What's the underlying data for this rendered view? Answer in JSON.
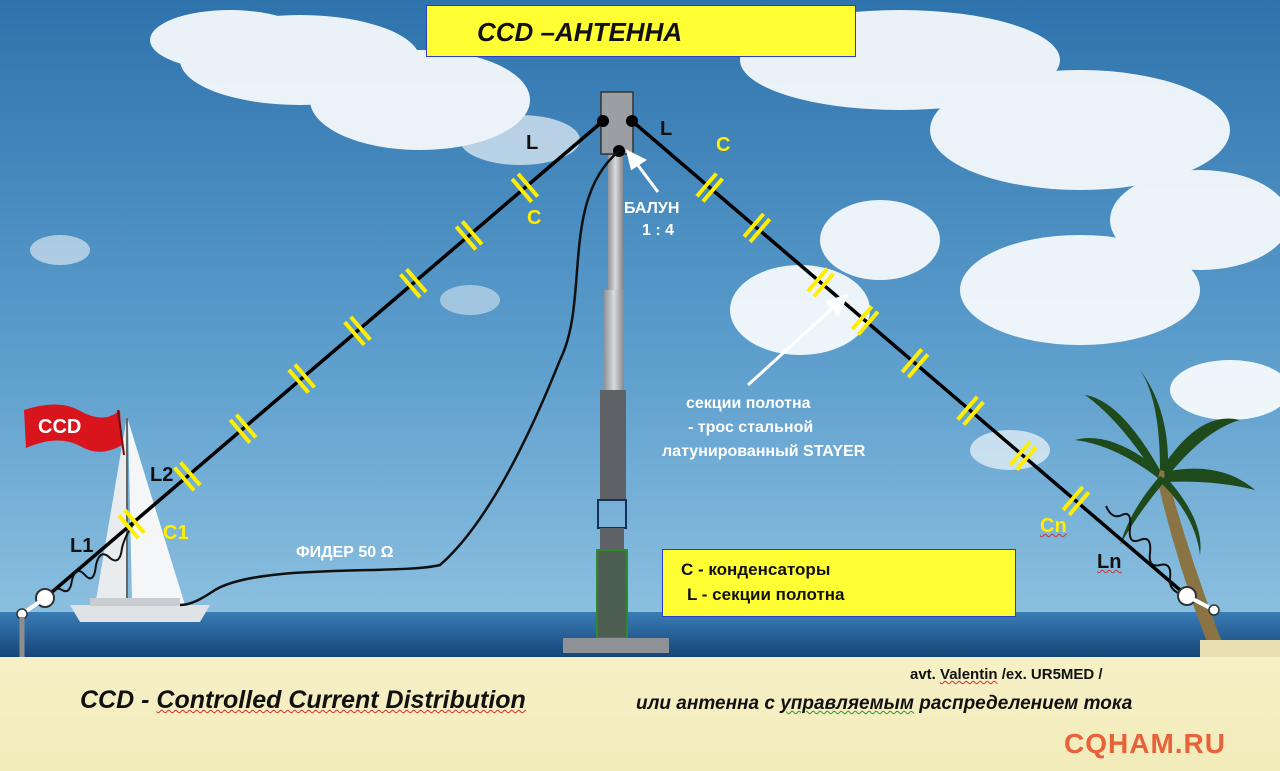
{
  "title": "CCD –АНТЕННА",
  "flag_label": "CCD",
  "labels": {
    "l_top_left": "L",
    "l_top_right": "L",
    "c_top_left": "C",
    "c_top_right": "C",
    "balun_name": "БАЛУН",
    "balun_ratio": "1 : 4",
    "l2": "L2",
    "l1": "L1",
    "c1": "C1",
    "cn": "Cn",
    "ln": "Ln",
    "feeder": "ФИДЕР 50 Ω",
    "sections_line1": "секции  полотна",
    "sections_line2": "- трос стальной",
    "sections_line3": "латунированный STAYER"
  },
  "legend": {
    "capacitors": "С - конденсаторы",
    "sections": "L - секции полотна"
  },
  "footer": {
    "expansion_a": "CCD - ",
    "expansion_b": "Controlled Current Distribution",
    "author_a": "avt. ",
    "author_b": "Valentin",
    "author_c": "   /ex. UR5MED /",
    "subtitle_a": "или антенна с  ",
    "subtitle_b": "управляемым",
    "subtitle_c": " распределением тока",
    "site": "CQHAM.RU"
  },
  "colors": {
    "sky": "#4f90c0",
    "sea": "#1d5a94",
    "capacitor": "#ffee00",
    "box_fill": "#ffff33",
    "box_border": "#2a3cc8",
    "flag": "#d8141c",
    "site_text": "#e8613a"
  }
}
